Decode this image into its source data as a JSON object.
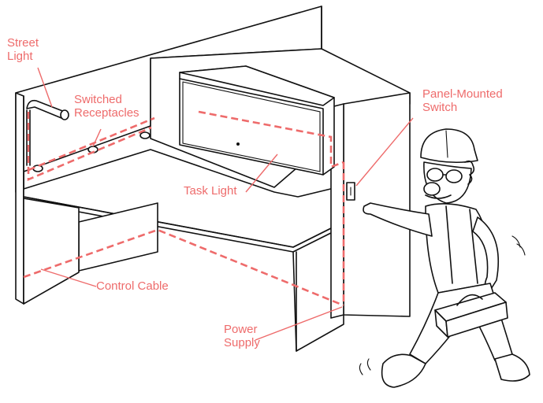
{
  "labels": {
    "street_light": "Street\nLight",
    "switched_receptacles": "Switched\nReceptacles",
    "panel_mounted_switch": "Panel-Mounted\nSwitch",
    "task_light": "Task Light",
    "control_cable": "Control Cable",
    "power_supply": "Power\nSupply"
  },
  "colors": {
    "annotation": "#ee6b6b",
    "outline": "#111111"
  },
  "icons": [
    "street-light-icon",
    "receptacle-icon",
    "wall-switch-icon",
    "toolbox-icon"
  ]
}
